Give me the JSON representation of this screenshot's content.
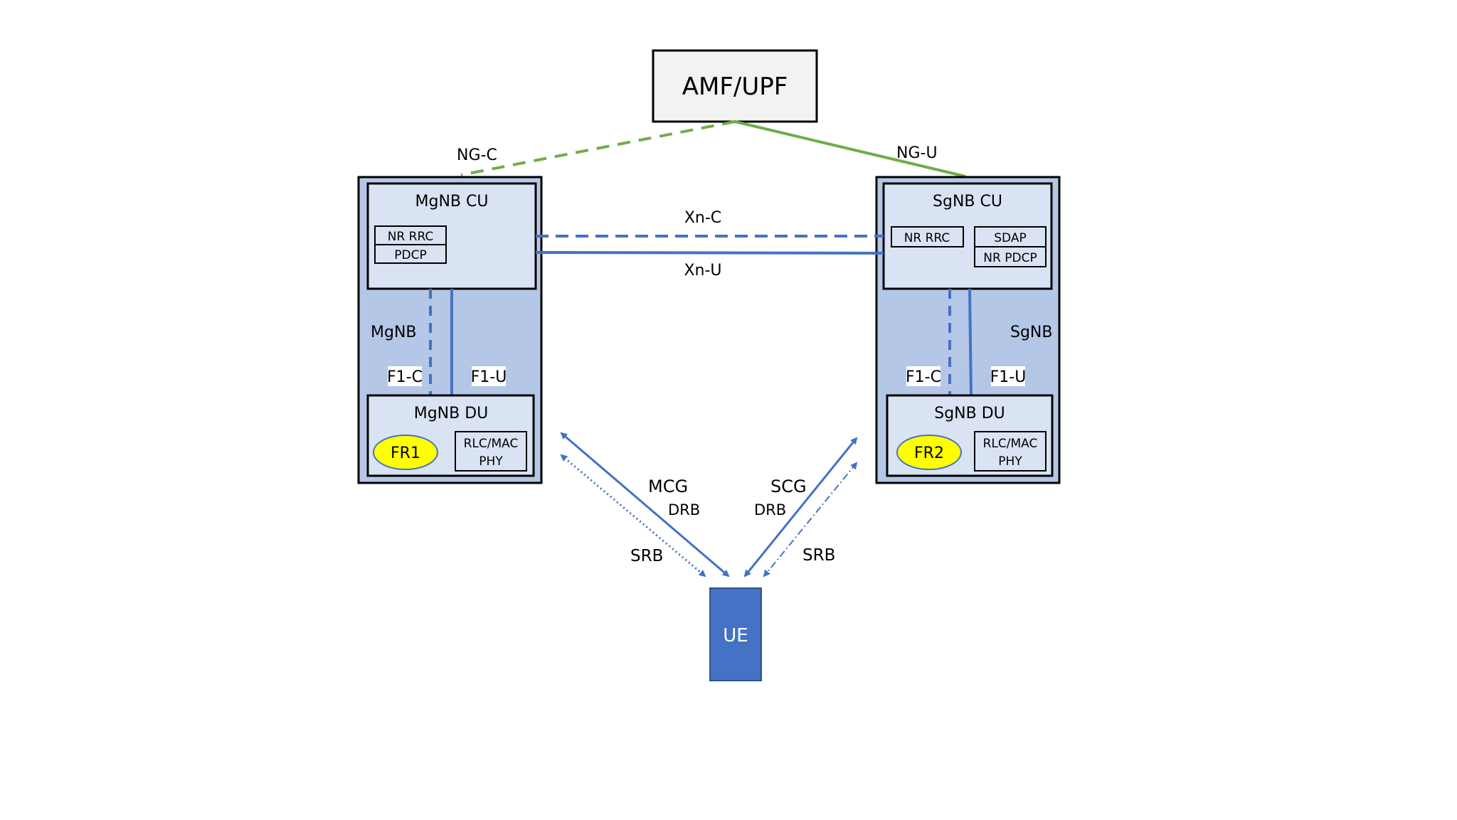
{
  "core": {
    "label": "AMF/UPF"
  },
  "interfaces": {
    "ng_c": "NG-C",
    "ng_u": "NG-U",
    "xn_c": "Xn-C",
    "xn_u": "Xn-U"
  },
  "mgnb": {
    "label": "MgNB",
    "cu": {
      "title": "MgNB CU",
      "nr_rrc": "NR RRC",
      "pdcp": "PDCP"
    },
    "f1c": "F1-C",
    "f1u": "F1-U",
    "du": {
      "title": "MgNB DU",
      "fr": "FR1",
      "rlc_mac": "RLC/MAC",
      "phy": "PHY"
    }
  },
  "sgnb": {
    "label": "SgNB",
    "cu": {
      "title": "SgNB CU",
      "nr_rrc": "NR RRC",
      "sdap": "SDAP",
      "nr_pdcp": "NR PDCP"
    },
    "f1c": "F1-C",
    "f1u": "F1-U",
    "du": {
      "title": "SgNB DU",
      "fr": "FR2",
      "rlc_mac": "RLC/MAC",
      "phy": "PHY"
    }
  },
  "links": {
    "mcg": "MCG",
    "scg": "SCG",
    "drb_left": "DRB",
    "drb_right": "DRB",
    "srb_left": "SRB",
    "srb_right": "SRB"
  },
  "ue": {
    "label": "UE"
  },
  "colors": {
    "green": "#70ad47",
    "blue_line": "#4472c4",
    "node_fill": "#b4c7e7",
    "cu_fill": "#dae3f3",
    "core_fill": "#f2f2f2",
    "fr_fill": "#ffff00",
    "ue_fill": "#4472c4"
  }
}
